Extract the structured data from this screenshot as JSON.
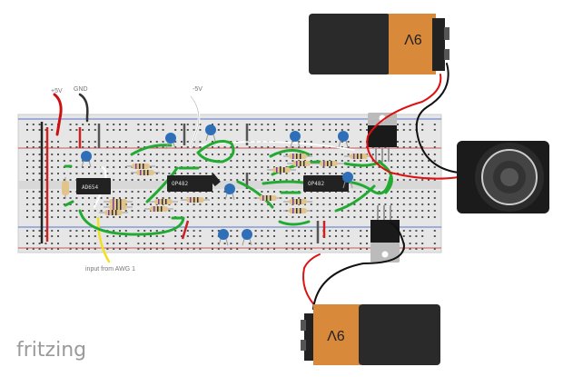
{
  "labels": {
    "plus5v": "+5V",
    "gnd": "GND",
    "minus5v": "-5V",
    "input": "input from AWG 1"
  },
  "chips": {
    "chip1": "AD654",
    "chip2": "OP482",
    "chip3": "OP482"
  },
  "batteries": {
    "top": "9V",
    "bottom": "9V"
  },
  "logo": "fritzing",
  "colors": {
    "jumper_green": "#22aa33",
    "wire_red": "#dd1111",
    "wire_black": "#111111",
    "wire_yellow": "#f0e020",
    "battery_orange": "#d9893a",
    "capacitor_blue": "#2f6fb8"
  }
}
